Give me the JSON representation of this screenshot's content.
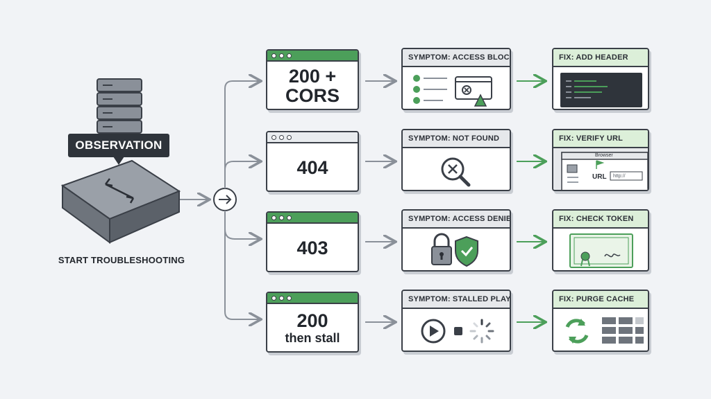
{
  "observation_label": "OBSERVATION",
  "start_label": "START TROUBLESHOOTING",
  "rows": [
    {
      "status": {
        "line1": "200 +",
        "line2": "CORS",
        "style": "ok"
      },
      "symptom": {
        "title": "SYMPTOM: ACCESS BLOCKED",
        "icon": "blocked-request-icon"
      },
      "fix": {
        "title": "FIX: ADD HEADER",
        "icon": "code-editor-icon"
      }
    },
    {
      "status": {
        "line1": "404",
        "line2": "",
        "style": "neutral"
      },
      "symptom": {
        "title": "SYMPTOM: NOT FOUND",
        "icon": "magnifier-x-icon"
      },
      "fix": {
        "title": "FIX: VERIFY URL",
        "icon": "browser-url-icon",
        "browser_tab": "Browser",
        "url_label": "URL",
        "url_value": "http://"
      }
    },
    {
      "status": {
        "line1": "403",
        "line2": "",
        "style": "ok"
      },
      "symptom": {
        "title": "SYMPTOM: ACCESS DENIED",
        "icon": "lock-shield-icon"
      },
      "fix": {
        "title": "FIX: CHECK TOKEN",
        "icon": "certificate-icon"
      }
    },
    {
      "status": {
        "line1": "200",
        "line2": "then stall",
        "style": "ok"
      },
      "symptom": {
        "title": "SYMPTOM: STALLED PLAYBACK",
        "icon": "play-spinner-icon"
      },
      "fix": {
        "title": "FIX: PURGE CACHE",
        "icon": "refresh-cache-icon"
      }
    }
  ],
  "colors": {
    "accent_green": "#4c9f5a",
    "arrow_gray": "#8a9099",
    "ink": "#2b2f36"
  }
}
